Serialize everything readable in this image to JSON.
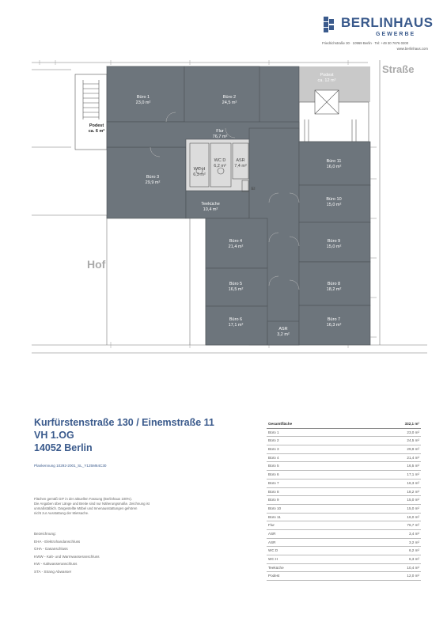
{
  "logo": {
    "brand": "BERLINHAUS",
    "sub": "GEWERBE",
    "address": "Friedrichstraße 30 · 10969 Berlin · Tel: +49 30 7676 0200",
    "website": "www.berlinhaus.com"
  },
  "plan": {
    "street_label": "Straße",
    "yard_label": "Hof",
    "rooms": [
      {
        "key": "buero1",
        "name": "Büro 1",
        "area": "23,0 m²"
      },
      {
        "key": "buero2",
        "name": "Büro 2",
        "area": "24,5 m²"
      },
      {
        "key": "buero3",
        "name": "Büro 3",
        "area": "29,9 m²"
      },
      {
        "key": "buero4",
        "name": "Büro 4",
        "area": "21,4 m²"
      },
      {
        "key": "buero5",
        "name": "Büro 5",
        "area": "16,5 m²"
      },
      {
        "key": "buero6",
        "name": "Büro 6",
        "area": "17,1 m²"
      },
      {
        "key": "buero7",
        "name": "Büro 7",
        "area": "16,3 m²"
      },
      {
        "key": "buero8",
        "name": "Büro 8",
        "area": "18,2 m²"
      },
      {
        "key": "buero9",
        "name": "Büro 9",
        "area": "15,0 m²"
      },
      {
        "key": "buero10",
        "name": "Büro 10",
        "area": "15,0 m²"
      },
      {
        "key": "buero11",
        "name": "Büro 11",
        "area": "16,0 m²"
      },
      {
        "key": "flur",
        "name": "Flur",
        "area": "76,7 m²"
      },
      {
        "key": "wcd",
        "name": "WC D",
        "area": "6,2 m²"
      },
      {
        "key": "wch",
        "name": "WC H",
        "area": "6,3 m²"
      },
      {
        "key": "asr1",
        "name": "ASR",
        "area": "7,4 m²"
      },
      {
        "key": "asr2",
        "name": "ASR",
        "area": "3,2 m²"
      },
      {
        "key": "teekueche",
        "name": "Teeküche",
        "area": "10,4 m²"
      },
      {
        "key": "pod1",
        "name": "Podest",
        "area": "ca. 6 m²"
      },
      {
        "key": "pod2",
        "name": "Podest",
        "area": "ca. 12 m²"
      }
    ],
    "el_label": "El"
  },
  "address": {
    "line1": "Kurfürstenstraße 130 / Einemstraße 11",
    "line2": "VH 1.OG",
    "line3": "14052 Berlin"
  },
  "plan_number": "Plankennung 10292-2001_SL_Y125M64C30",
  "notes": [
    "Flächen gemäß GIF in der aktuellen Fassung (Berlinhaus 100%).",
    "Die Angaben über Länge und Breite sind nur Näherungsmaße. Zeichnung ist",
    "unmaßstäblich. Dargestellte Möbel und Innenausstattungen gehören",
    "nicht zur Ausstattung der Mietsache."
  ],
  "legend": {
    "title": "Bezeichnung:",
    "items": [
      "EHA - Elektrohandanschluss",
      "GHA - Gasanschluss",
      "KWW - Kalt- und Warmwasseranschluss",
      "KW - Kaltwasseranschluss",
      "STA - Strang Abwasser"
    ]
  },
  "areas": {
    "header_label": "Gesamtfläche",
    "header_value": "332,1 m²",
    "rows": [
      {
        "label": "Büro 1",
        "value": "23,0 m²"
      },
      {
        "label": "Büro 2",
        "value": "24,5 m²"
      },
      {
        "label": "Büro 3",
        "value": "29,9 m²"
      },
      {
        "label": "Büro 4",
        "value": "21,4 m²"
      },
      {
        "label": "Büro 5",
        "value": "16,5 m²"
      },
      {
        "label": "Büro 6",
        "value": "17,1 m²"
      },
      {
        "label": "Büro 7",
        "value": "16,3 m²"
      },
      {
        "label": "Büro 8",
        "value": "18,2 m²"
      },
      {
        "label": "Büro 9",
        "value": "15,0 m²"
      },
      {
        "label": "Büro 10",
        "value": "15,0 m²"
      },
      {
        "label": "Büro 11",
        "value": "16,0 m²"
      },
      {
        "label": "Flur",
        "value": "76,7 m²"
      },
      {
        "label": "ASR",
        "value": "3,4 m²"
      },
      {
        "label": "ASR",
        "value": "3,2 m²"
      },
      {
        "label": "WC D",
        "value": "6,2 m²"
      },
      {
        "label": "WC H",
        "value": "6,3 m²"
      },
      {
        "label": "Teeküche",
        "value": "10,4 m²"
      },
      {
        "label": "Podest",
        "value": "12,0 m²"
      }
    ]
  },
  "colors": {
    "room": "#6d757c",
    "brand": "#3a5a8c",
    "light_room": "#c9c9c9"
  }
}
